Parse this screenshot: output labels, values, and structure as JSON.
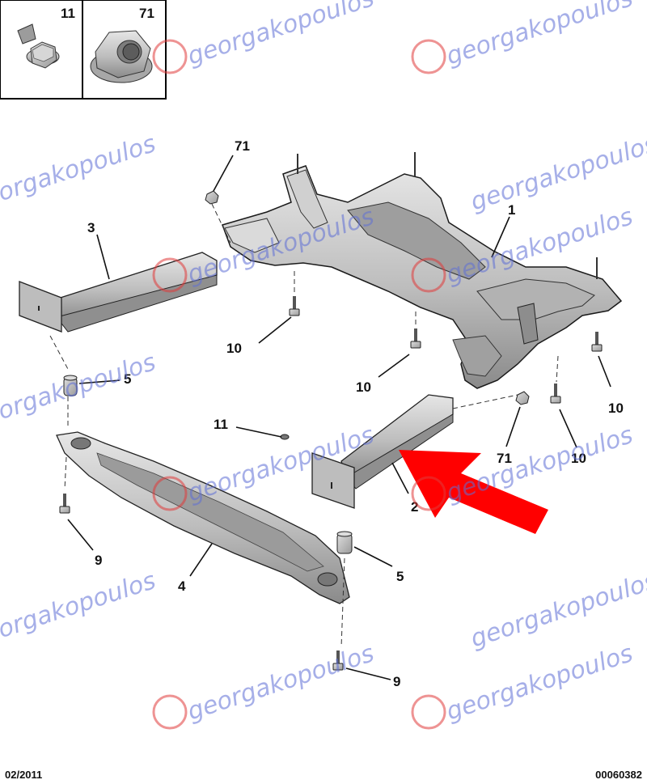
{
  "inset_parts": [
    {
      "number": "11",
      "icon": "flange-bolt-icon"
    },
    {
      "number": "71",
      "icon": "flange-nut-icon"
    }
  ],
  "callouts": {
    "c1": "1",
    "c2": "2",
    "c3": "3",
    "c4": "4",
    "c5a": "5",
    "c5b": "5",
    "c9a": "9",
    "c9b": "9",
    "c10a": "10",
    "c10b": "10",
    "c10c": "10",
    "c10d": "10",
    "c11": "11",
    "c71a": "71",
    "c71b": "71"
  },
  "watermark": "georgakopoulos",
  "footer": {
    "date": "02/2011",
    "code": "00060382"
  },
  "colors": {
    "part_fill": "#c9c9c9",
    "part_shadow": "#8e8e8e",
    "arrow": "#ff0000",
    "watermark": "#5f6fd6",
    "watermark_logo": "#e03a3a"
  }
}
